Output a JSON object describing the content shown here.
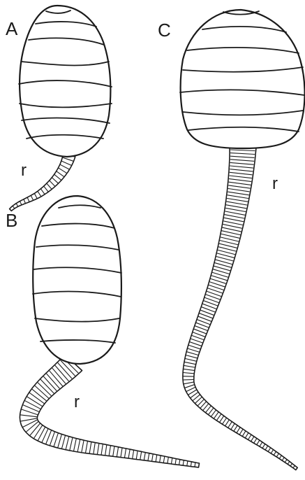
{
  "figure": {
    "panels": [
      {
        "id": "A",
        "label": "A",
        "structure_label": "r",
        "segments": 8,
        "tail_rings": 20
      },
      {
        "id": "B",
        "label": "B",
        "structure_label": "r",
        "segments": 8,
        "tail_rings": 65
      },
      {
        "id": "C",
        "label": "C",
        "structure_label": "r",
        "segments": 8,
        "tail_rings": 115
      }
    ],
    "colors": {
      "ink": "#1a1a1a",
      "paper": "#ffffff"
    }
  }
}
